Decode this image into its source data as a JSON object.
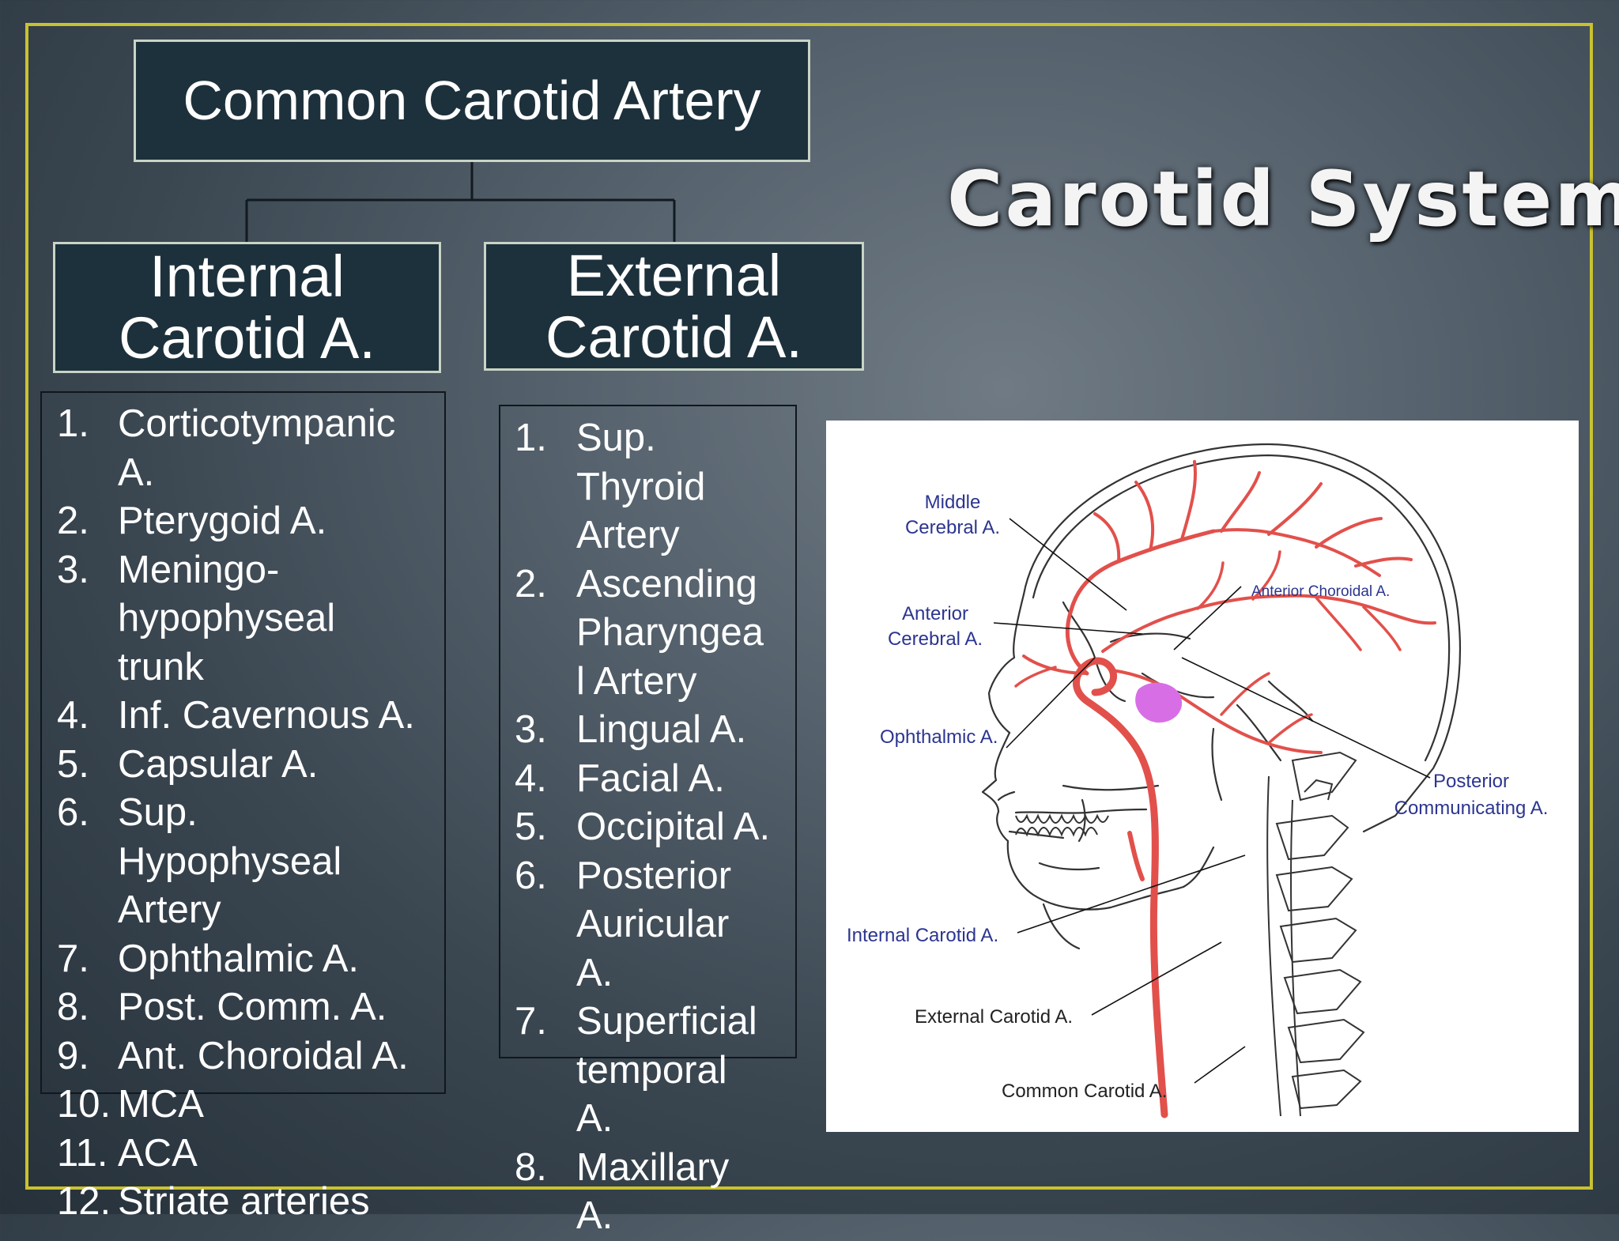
{
  "slide_title": "Carotid System",
  "hierarchy": {
    "root": "Common Carotid Artery",
    "internal_lines": [
      "Internal",
      "Carotid A."
    ],
    "external_lines": [
      "External",
      "Carotid A."
    ]
  },
  "internal_branches": [
    {
      "num": "1.",
      "lines": [
        "Corticotympanic",
        "A."
      ]
    },
    {
      "num": "2.",
      "lines": [
        "Pterygoid A."
      ]
    },
    {
      "num": "3.",
      "lines": [
        "Meningo-",
        "hypophyseal",
        "trunk"
      ]
    },
    {
      "num": "4.",
      "lines": [
        "Inf. Cavernous A."
      ]
    },
    {
      "num": "5.",
      "lines": [
        "Capsular A."
      ]
    },
    {
      "num": "6.",
      "lines": [
        "Sup.",
        "Hypophyseal",
        "Artery"
      ]
    },
    {
      "num": "7.",
      "lines": [
        "Ophthalmic A."
      ]
    },
    {
      "num": "8.",
      "lines": [
        "Post. Comm. A."
      ]
    },
    {
      "num": "9.",
      "lines": [
        "Ant. Choroidal A."
      ]
    },
    {
      "num": "10.",
      "lines": [
        "MCA"
      ]
    },
    {
      "num": "11.",
      "lines": [
        "ACA"
      ]
    },
    {
      "num": "12.",
      "lines": [
        "Striate arteries"
      ]
    }
  ],
  "external_branches": [
    {
      "num": "1.",
      "lines": [
        "Sup.",
        "Thyroid",
        "Artery"
      ]
    },
    {
      "num": "2.",
      "lines": [
        "Ascending",
        "Pharyngea",
        "l Artery"
      ]
    },
    {
      "num": "3.",
      "lines": [
        "Lingual A."
      ]
    },
    {
      "num": "4.",
      "lines": [
        "Facial A."
      ]
    },
    {
      "num": "5.",
      "lines": [
        "Occipital A."
      ]
    },
    {
      "num": "6.",
      "lines": [
        "Posterior",
        "Auricular",
        "A."
      ]
    },
    {
      "num": "7.",
      "lines": [
        "Superficial",
        "temporal",
        "A."
      ]
    },
    {
      "num": "8.",
      "lines": [
        "Maxillary",
        "A."
      ]
    }
  ],
  "illustration": {
    "labels": {
      "middle_cerebral": [
        "Middle",
        "Cerebral A."
      ],
      "anterior_cerebral": [
        "Anterior",
        "Cerebral A."
      ],
      "ophthalmic": [
        "Ophthalmic A."
      ],
      "anterior_choroidal": [
        "Anterior Choroidal A."
      ],
      "posterior_communicating": [
        "Posterior",
        "Communicating A."
      ],
      "internal_carotid": [
        "Internal Carotid A."
      ],
      "external_carotid": [
        "External Carotid A."
      ],
      "common_carotid": [
        "Common Carotid A."
      ]
    },
    "colors": {
      "artery": "#e2504b",
      "pituitary": "#d86ee6",
      "outline": "#333333",
      "blue_label": "#2c3590",
      "dark_label": "#222222"
    }
  }
}
